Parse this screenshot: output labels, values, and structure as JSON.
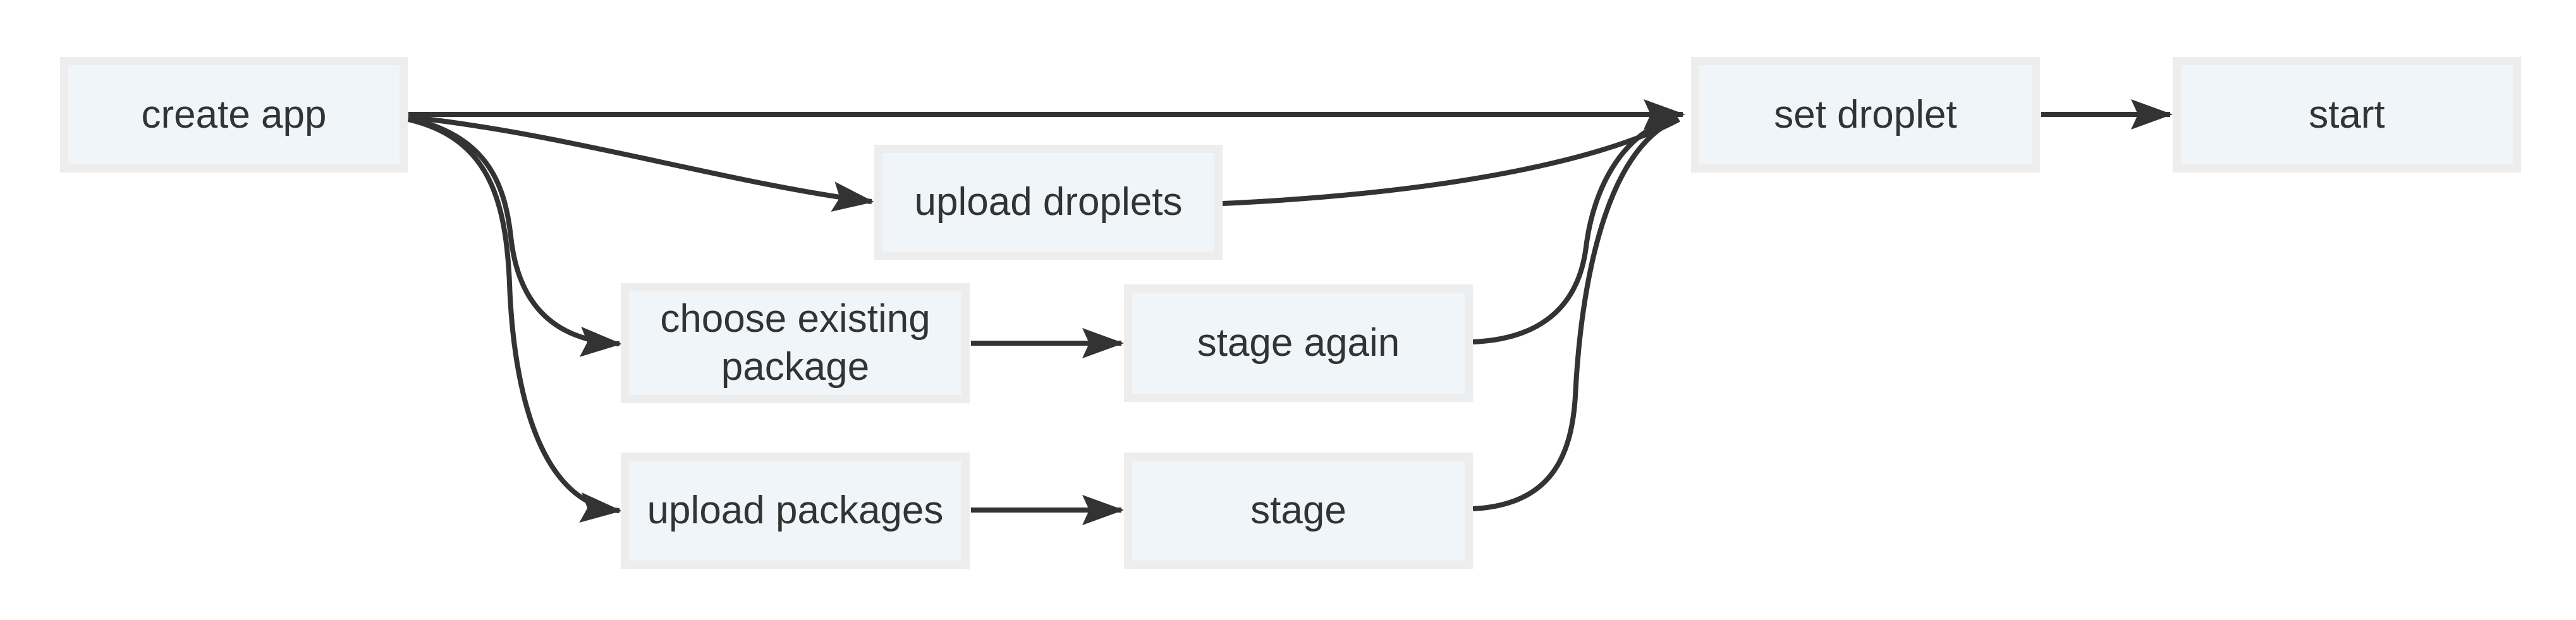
{
  "diagram": {
    "type": "flowchart",
    "direction": "left-to-right",
    "nodes": [
      {
        "id": "create-app",
        "label": "create app"
      },
      {
        "id": "upload-droplets",
        "label": "upload droplets"
      },
      {
        "id": "choose-existing-package",
        "label": "choose existing package"
      },
      {
        "id": "stage-again",
        "label": "stage again"
      },
      {
        "id": "upload-packages",
        "label": "upload packages"
      },
      {
        "id": "stage",
        "label": "stage"
      },
      {
        "id": "set-droplet",
        "label": "set droplet"
      },
      {
        "id": "start",
        "label": "start"
      }
    ],
    "edges": [
      {
        "from": "create app",
        "to": "set droplet"
      },
      {
        "from": "create app",
        "to": "upload droplets"
      },
      {
        "from": "create app",
        "to": "choose existing package"
      },
      {
        "from": "create app",
        "to": "upload packages"
      },
      {
        "from": "upload droplets",
        "to": "set droplet"
      },
      {
        "from": "choose existing package",
        "to": "stage again"
      },
      {
        "from": "stage again",
        "to": "set droplet"
      },
      {
        "from": "upload packages",
        "to": "stage"
      },
      {
        "from": "stage",
        "to": "set droplet"
      },
      {
        "from": "set droplet",
        "to": "start"
      }
    ],
    "colors": {
      "background": "#ffffff",
      "node_fill": "#f0f5f9",
      "node_border": "#ededed",
      "edge_stroke": "#333333",
      "text": "#333333"
    }
  }
}
